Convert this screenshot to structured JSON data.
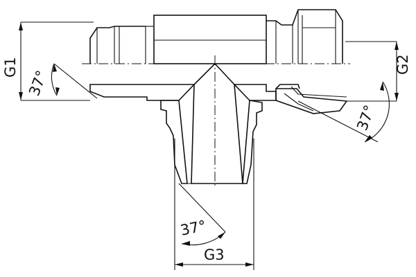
{
  "dimensions": {
    "g1": "G1",
    "g2": "G2",
    "g3": "G3",
    "angle_left": "37°",
    "angle_right": "37°",
    "angle_bottom": "37°"
  },
  "colors": {
    "line": "#111111",
    "background": "#ffffff"
  }
}
